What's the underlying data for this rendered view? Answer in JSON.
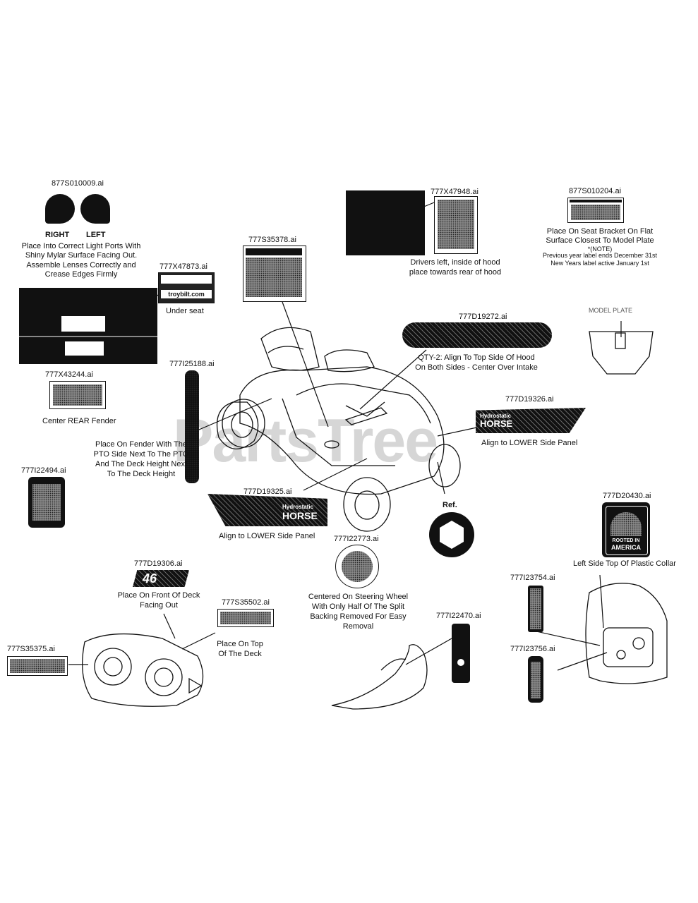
{
  "labels": {
    "l877S010009": "877S010009.ai",
    "right": "RIGHT",
    "left": "LEFT",
    "lens_note": [
      "Place Into Correct Light Ports With",
      "Shiny Mylar Surface Facing Out.",
      "Assemble Lenses Correctly and",
      "Crease Edges Firmly"
    ],
    "l777X47948": "777X47948.ai",
    "hood_note": [
      "Drivers left, inside of hood",
      "place towards rear of hood"
    ],
    "l877S010204": "877S010204.ai",
    "seat_note": [
      "Place On Seat Bracket On Flat",
      "Surface Closest To Model Plate"
    ],
    "note": "*(NOTE)",
    "prev_note": [
      "Previous year label ends December 31st",
      "New Years label active January 1st"
    ],
    "l777S35378": "777S35378.ai",
    "l777X47873": "777X47873.ai",
    "under_seat": "Under seat",
    "l777D19272": "777D19272.ai",
    "qty_note": [
      "QTY-2: Align To Top Side Of Hood",
      "On Both Sides - Center Over Intake"
    ],
    "model_plate": "MODEL PLATE",
    "l777X43244": "777X43244.ai",
    "center_rear": "Center REAR Fender",
    "l777I25188": "777I25188.ai",
    "l777D19326": "777D19326.ai",
    "align_lower_1": "Align to LOWER Side Panel",
    "fender_note": [
      "Place On Fender With The",
      "PTO Side Next To The PTO",
      "And The Deck Height Next",
      "To The Deck Height"
    ],
    "l777I22494": "777I22494.ai",
    "l777D19325": "777D19325.ai",
    "ref": "Ref.",
    "l777D20430": "777D20430.ai",
    "rooted": "ROOTED IN",
    "america": "AMERICA",
    "align_lower_2": "Align to LOWER Side Panel",
    "l777I22773": "777I22773.ai",
    "collar_note": "Left Side Top Of Plastic Collar",
    "l777D19306": "777D19306.ai",
    "deck_front": [
      "Place On Front Of Deck",
      "Facing Out"
    ],
    "l777S35502": "777S35502.ai",
    "deck_top": [
      "Place On Top",
      "Of The Deck"
    ],
    "steering_note": [
      "Centered On Steering Wheel",
      "With Only Half Of The Split",
      "Backing Removed For Easy",
      "Removal"
    ],
    "l777I23754": "777I23754.ai",
    "l777I22470": "777I22470.ai",
    "l777I23756": "777I23756.ai",
    "l777S35375": "777S35375.ai",
    "hydrostatic": "Hydrostatic",
    "horse": "HORSE",
    "num46": "46",
    "troybilt_mid": "troybilt.com",
    "watermark": "PartsTree"
  }
}
